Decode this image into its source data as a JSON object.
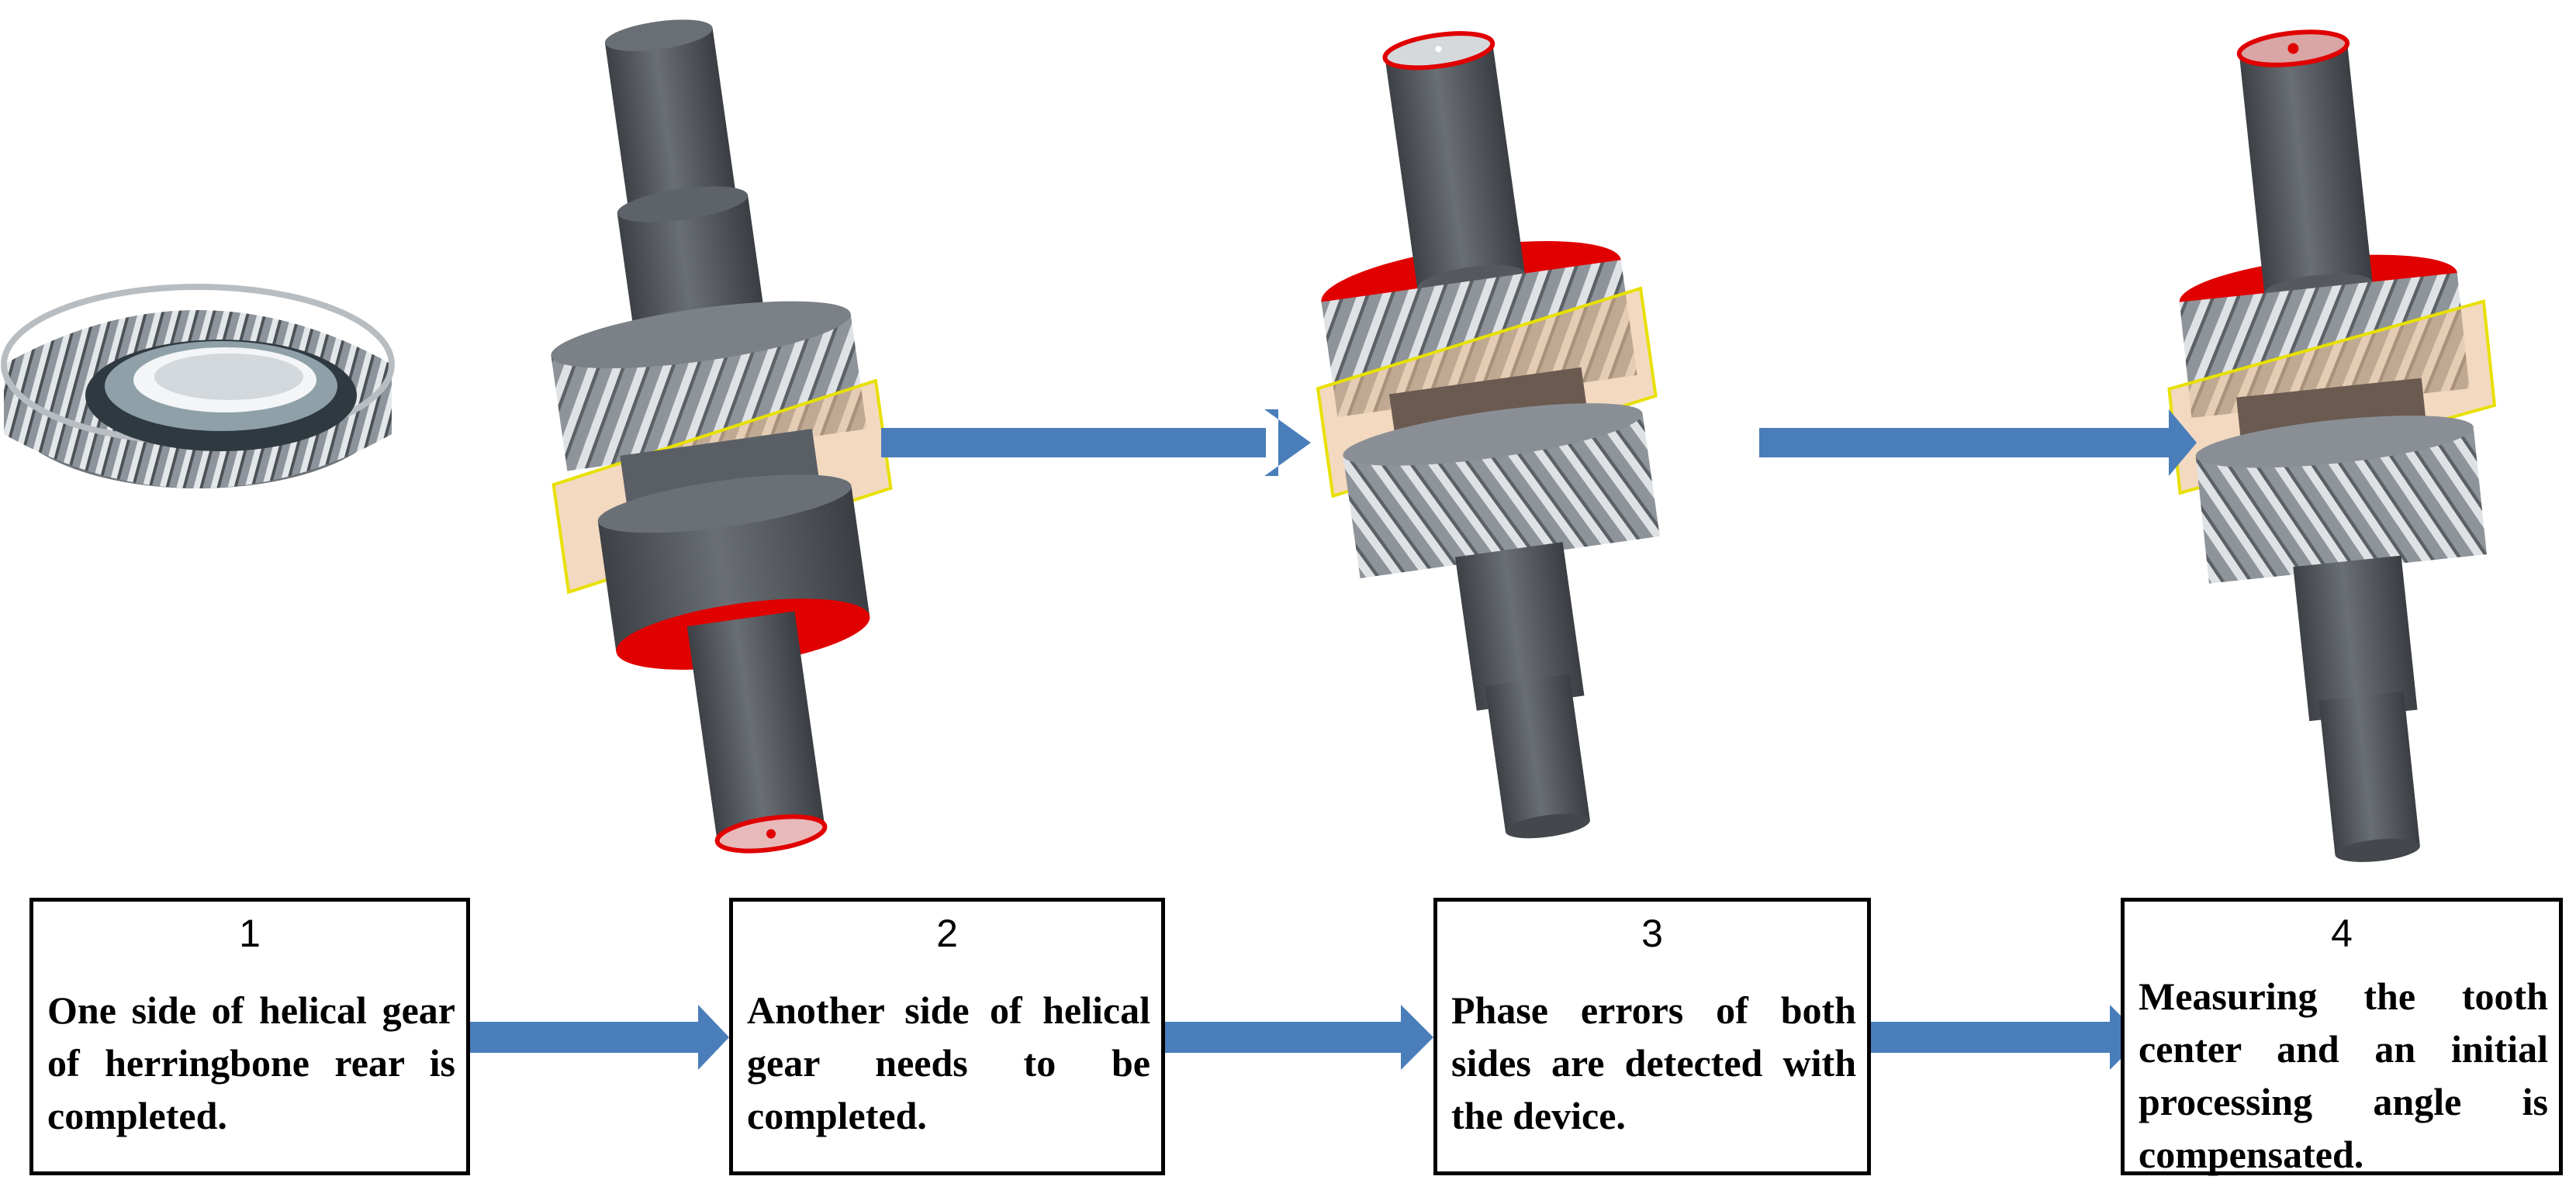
{
  "colors": {
    "arrow": "#4a7ebb",
    "shaft": "#555a60",
    "gear_tooth": "#9aa0a6",
    "highlight_red": "#e00000",
    "plane_fill": "#e9b98c",
    "plane_stroke": "#e8e000",
    "box_border": "#000000"
  },
  "steps": [
    {
      "number": "1",
      "text": "One side of helical gear of herringbone rear is completed."
    },
    {
      "number": "2",
      "text": "Another side of helical gear needs to be completed."
    },
    {
      "number": "3",
      "text": "Phase errors of both sides are detected with the device."
    },
    {
      "number": "4",
      "text": "Measuring the tooth center and an initial processing angle is compensated."
    }
  ],
  "icons": [
    "helical-gear-icon",
    "herringbone-shaft-stage-1-icon",
    "herringbone-shaft-stage-2-icon",
    "herringbone-shaft-stage-3-icon",
    "flow-arrow-icon"
  ]
}
